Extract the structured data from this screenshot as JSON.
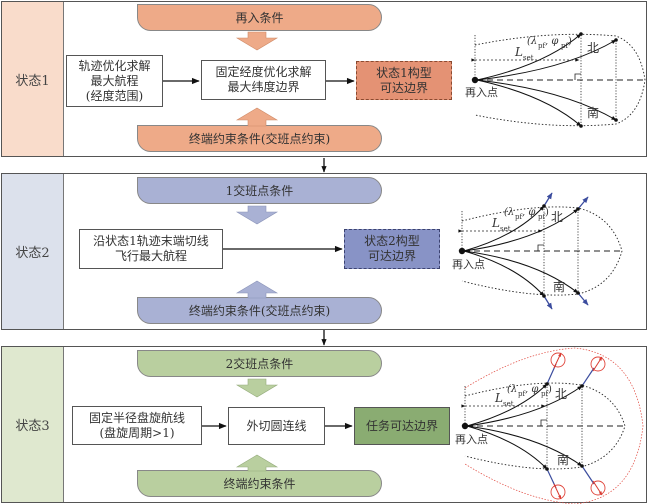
{
  "colors": {
    "state1_side": "#f9dccb",
    "state1_pill": "#eeaa88",
    "state1_result": "#e49274",
    "state2_side": "#dce1ec",
    "state2_pill": "#a9b1d4",
    "state2_result": "#8893c6",
    "state3_side": "#dfe8cf",
    "state3_pill": "#b9cf9f",
    "state3_result": "#8aac72",
    "blue_arrow": "#3b4c9e",
    "red_circle": "#e0463c"
  },
  "states": [
    {
      "label": "状态1",
      "top_condition": "再入条件",
      "bottom_condition": "终端约束条件(交班点约束)",
      "left_box": "轨迹优化求解\n最大航程\n(经度范围)",
      "middle_box": "固定经度优化求解\n最大纬度边界",
      "result": "状态1构型\n可达边界"
    },
    {
      "label": "状态2",
      "top_condition": "1交班点条件",
      "bottom_condition": "终端约束条件(交班点约束)",
      "left_box": "沿状态1轨迹末端切线\n飞行最大航程",
      "result": "状态2构型\n可达边界"
    },
    {
      "label": "状态3",
      "top_condition": "2交班点条件",
      "bottom_condition": "终端约束条件",
      "left_box": "固定半径盘旋航线\n(盘旋周期>1)",
      "middle_box": "外切圆连线",
      "result": "任务可达边界"
    }
  ],
  "figure": {
    "north": "北",
    "south": "南",
    "entry_point": "再入点",
    "L": "L",
    "L_sub": "set",
    "coords_open": "(λ",
    "lambda_sub": "pf",
    "comma_phi": ", φ",
    "phi_sub": "pf",
    "coords_close": ")"
  }
}
